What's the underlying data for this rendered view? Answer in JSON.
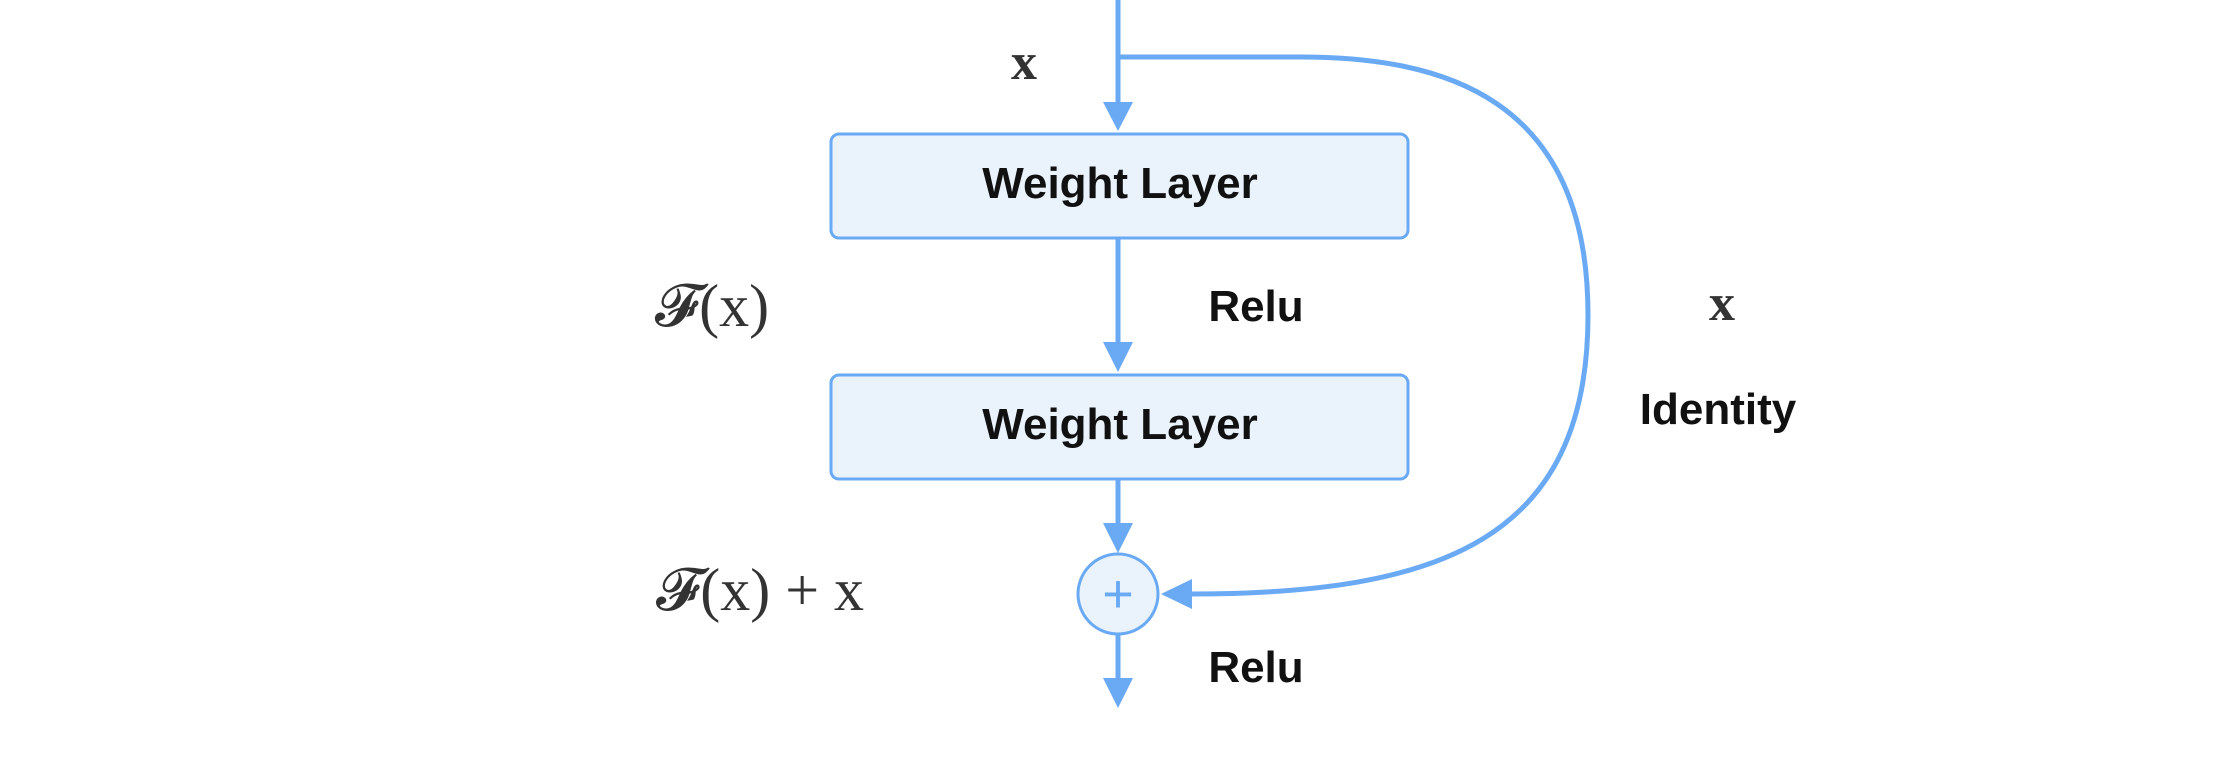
{
  "diagram": {
    "input_label": "x",
    "layer1_label": "Weight Layer",
    "relu1_label": "Relu",
    "layer2_label": "Weight Layer",
    "residual_label": "𝓕(x)",
    "sum_label": "𝓕(x) + x",
    "sum_symbol": "+",
    "relu2_label": "Relu",
    "skip_label": "x",
    "identity_label": "Identity"
  },
  "colors": {
    "line": "#6aaaf5",
    "box_fill": "#eaf3fc",
    "text": "#111111",
    "math": "#333333"
  }
}
